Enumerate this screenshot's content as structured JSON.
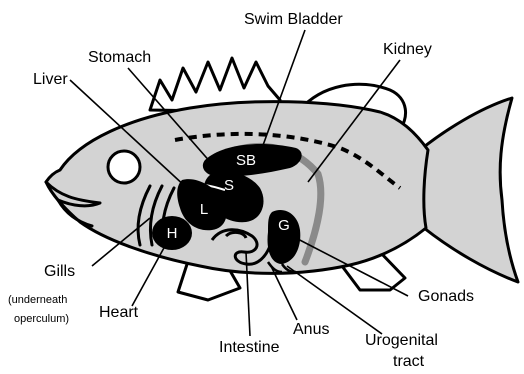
{
  "labels": {
    "swim_bladder": "Swim Bladder",
    "kidney": "Kidney",
    "stomach": "Stomach",
    "liver": "Liver",
    "gills": "Gills",
    "gills_note": "(underneath",
    "gills_note2": "operculum)",
    "heart": "Heart",
    "intestine": "Intestine",
    "anus": "Anus",
    "urogenital_line1": "Urogenital",
    "urogenital_line2": "tract",
    "gonads": "Gonads"
  },
  "organ_marks": {
    "swim_bladder": "SB",
    "stomach": "S",
    "liver": "L",
    "heart": "H",
    "gonads": "G"
  },
  "colors": {
    "body_fill": "#d3d3d3",
    "organ_fill": "#000000",
    "kidney_stroke": "#8a8a8a",
    "outline": "#000000"
  }
}
